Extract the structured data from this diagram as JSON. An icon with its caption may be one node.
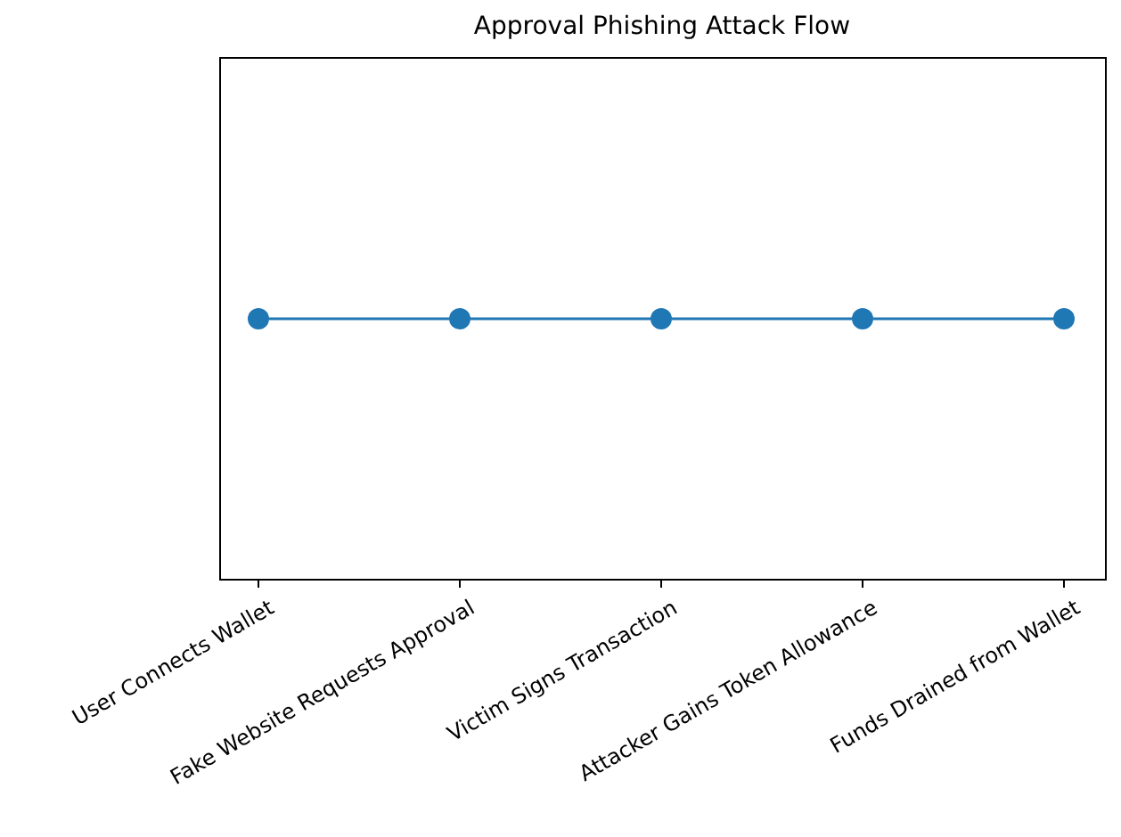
{
  "diagram": {
    "title": "Approval Phishing Attack Flow",
    "nodes": [
      {
        "text": [],
        "shape": "circle"
      },
      {
        "text": [],
        "shape": "circle"
      },
      {
        "text": [],
        "shape": "circle"
      },
      {
        "text": [],
        "shape": "circle"
      },
      {
        "text": [],
        "shape": "circle"
      }
    ],
    "edges": [
      {
        "from": 0,
        "to": 1,
        "arrow": "none"
      },
      {
        "from": 1,
        "to": 2,
        "arrow": "none"
      },
      {
        "from": 2,
        "to": 3,
        "arrow": "none"
      },
      {
        "from": 3,
        "to": 4,
        "arrow": "none"
      }
    ],
    "labels": [
      "User Connects Wallet",
      "Fake Website Requests Approval",
      "Victim Signs Transaction",
      "Attacker Gains Token Allowance",
      "Funds Drained from Wallet"
    ]
  }
}
